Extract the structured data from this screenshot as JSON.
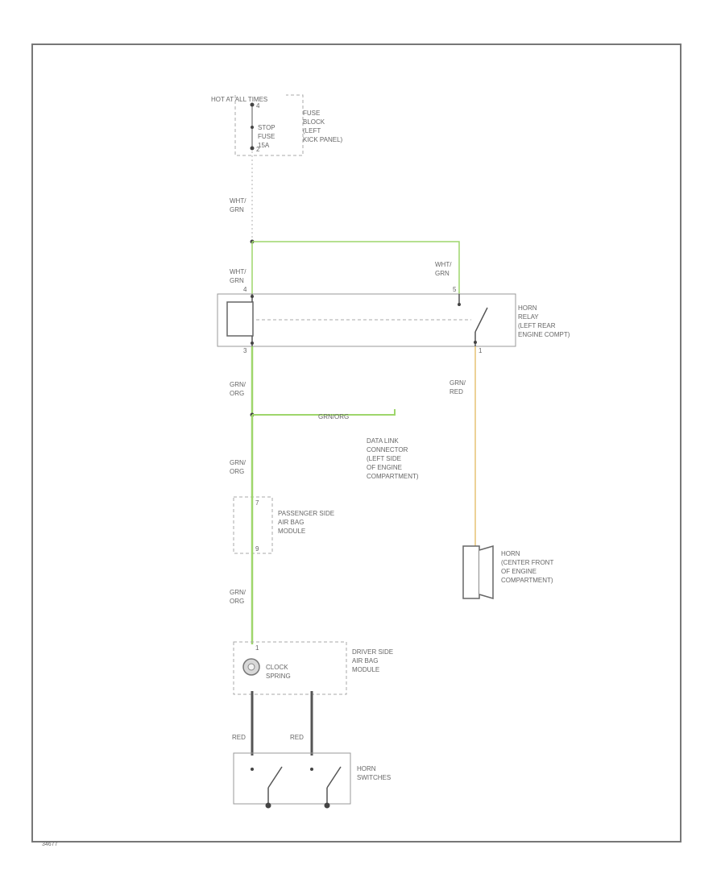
{
  "power": {
    "label": "HOT AT ALL TIMES"
  },
  "fuse": {
    "term_top": "4",
    "term_bot": "2",
    "name": [
      "STOP",
      "FUSE",
      "15A"
    ],
    "location": [
      "FUSE",
      "BLOCK",
      "(LEFT",
      "KICK PANEL)"
    ]
  },
  "wires": {
    "w1": [
      "WHT/",
      "GRN"
    ],
    "w2": [
      "WHT/",
      "GRN"
    ],
    "w3": [
      "WHT/",
      "GRN"
    ],
    "w4": [
      "GRN/",
      "ORG"
    ],
    "w5": [
      "GRN/",
      "ORG"
    ],
    "w6": [
      "GRN/",
      "ORG"
    ],
    "w7": [
      "GRN/",
      "RED"
    ],
    "w8": "GRN/ORG",
    "sw1": "RED",
    "sw2": "RED"
  },
  "relay": {
    "pin_a": "4",
    "pin_b": "5",
    "pin_c": "3",
    "pin_d": "1",
    "label": [
      "HORN",
      "RELAY",
      "(LEFT REAR",
      "ENGINE COMPT)"
    ]
  },
  "dlc": {
    "label": [
      "DATA LINK",
      "CONNECTOR",
      "(LEFT SIDE",
      "OF ENGINE",
      "COMPARTMENT)"
    ]
  },
  "passenger_airbag": {
    "pin_top": "7",
    "pin_bot": "9",
    "label": [
      "PASSENGER SIDE",
      "AIR BAG",
      "MODULE"
    ]
  },
  "horn": {
    "label": [
      "HORN",
      "(CENTER FRONT",
      "OF ENGINE",
      "COMPARTMENT)"
    ]
  },
  "driver_airbag": {
    "pin": "1",
    "clock_spring": [
      "CLOCK",
      "SPRING"
    ],
    "label": [
      "DRIVER SIDE",
      "AIR BAG",
      "MODULE"
    ]
  },
  "horn_switches": {
    "label": [
      "HORN",
      "SWITCHES"
    ]
  },
  "figure_id": "34677"
}
